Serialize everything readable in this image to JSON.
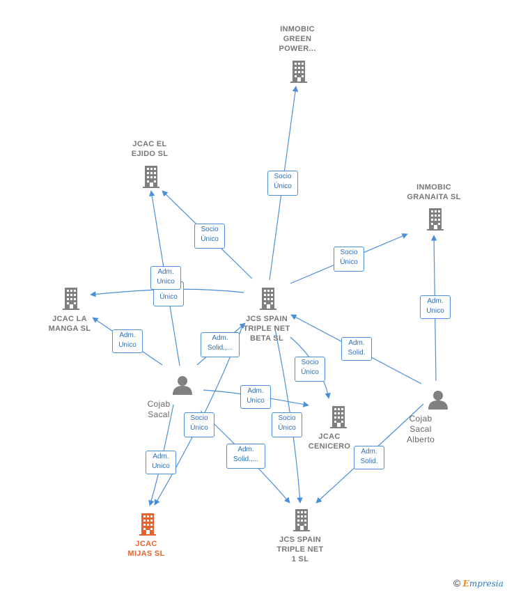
{
  "nodes": [
    {
      "id": "inmobic-green",
      "kind": "company",
      "lines": [
        "INMOBIC",
        "GREEN",
        "POWER..."
      ]
    },
    {
      "id": "jcac-ejido",
      "kind": "company",
      "lines": [
        "JCAC EL",
        "EJIDO  SL"
      ]
    },
    {
      "id": "inmobic-granaita",
      "kind": "company",
      "lines": [
        "INMOBIC",
        "GRANAITA  SL"
      ]
    },
    {
      "id": "jcac-manga",
      "kind": "company",
      "lines": [
        "JCAC LA",
        "MANGA  SL"
      ]
    },
    {
      "id": "jcs-beta",
      "kind": "company",
      "lines": [
        "JCS SPAIN",
        "TRIPLE NET",
        "BETA  SL"
      ]
    },
    {
      "id": "cojab-sacal",
      "kind": "person",
      "lines": [
        "Cojab",
        "Sacal"
      ]
    },
    {
      "id": "jcac-cenicero",
      "kind": "company",
      "lines": [
        "JCAC",
        "CENICERO"
      ]
    },
    {
      "id": "cojab-alberto",
      "kind": "person",
      "lines": [
        "Cojab",
        "Sacal",
        "Alberto"
      ]
    },
    {
      "id": "jcac-mijas",
      "kind": "company",
      "focus": true,
      "lines": [
        "JCAC",
        "MIJAS  SL"
      ]
    },
    {
      "id": "jcs-1",
      "kind": "company",
      "lines": [
        "JCS SPAIN",
        "TRIPLE NET",
        "1  SL"
      ]
    }
  ],
  "edges": [
    {
      "id": "beta-green",
      "lines": [
        "Socio",
        "Único"
      ]
    },
    {
      "id": "beta-ejido",
      "lines": [
        "Socio",
        "Único"
      ]
    },
    {
      "id": "beta-granaita",
      "lines": [
        "Socio",
        "Único"
      ]
    },
    {
      "id": "beta-manga",
      "lines": [
        "Socio",
        "Único"
      ]
    },
    {
      "id": "sacal-ejido",
      "lines": [
        "Adm.",
        "Unico"
      ]
    },
    {
      "id": "sacal-manga",
      "lines": [
        "Adm.",
        "Unico"
      ]
    },
    {
      "id": "sacal-beta",
      "lines": [
        "Adm.",
        "Solid.,..."
      ]
    },
    {
      "id": "alberto-granaita",
      "lines": [
        "Adm.",
        "Unico"
      ]
    },
    {
      "id": "alberto-beta",
      "lines": [
        "Adm.",
        "Solid."
      ]
    },
    {
      "id": "beta-cenicero",
      "lines": [
        "Socio",
        "Único"
      ]
    },
    {
      "id": "sacal-cenicero",
      "lines": [
        "Adm.",
        "Unico"
      ]
    },
    {
      "id": "beta-mijas",
      "lines": [
        "Socio",
        "Único"
      ]
    },
    {
      "id": "sacal-mijas",
      "lines": [
        "Adm.",
        "Unico"
      ]
    },
    {
      "id": "beta-1",
      "lines": [
        "Socio",
        "Único"
      ]
    },
    {
      "id": "sacal-1",
      "lines": [
        "Adm.",
        "Solid.,..."
      ]
    },
    {
      "id": "alberto-1",
      "lines": [
        "Adm.",
        "Solid."
      ]
    }
  ],
  "colors": {
    "edge": "#4a8fd8",
    "company_icon": "#808080",
    "focus_icon": "#e8632b",
    "person_icon": "#808080"
  },
  "footer": {
    "symbol": "©",
    "brand_first": "E",
    "brand_rest": "mpresia"
  }
}
